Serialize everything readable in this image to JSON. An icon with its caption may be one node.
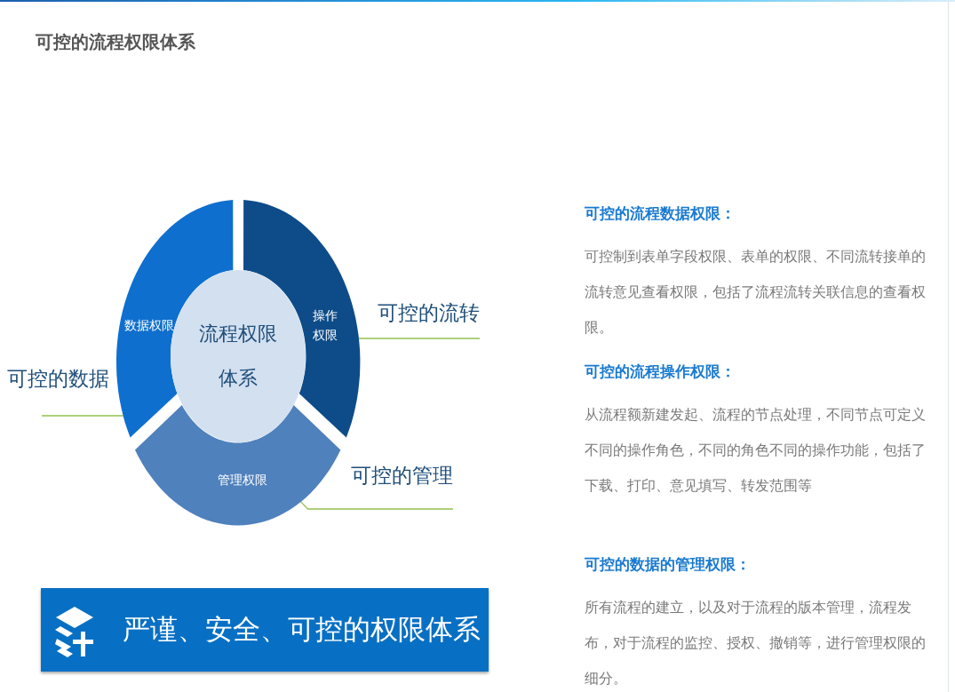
{
  "diagram": {
    "title": "可控的流程权限体系",
    "nodes": [
      {
        "text": [
          "数据权限"
        ]
      },
      {
        "text": [
          "操作权限"
        ]
      },
      {
        "text": [
          "管理权限"
        ]
      },
      {
        "text": [
          "流程权限体系"
        ]
      },
      {
        "text": [
          "可控的流转"
        ]
      },
      {
        "text": [
          "可控的数据"
        ]
      },
      {
        "text": [
          "可控的管理"
        ]
      },
      {
        "text": [
          "严谨、安全、可控的权限体系"
        ]
      }
    ],
    "edges": [
      {
        "from": 4,
        "to": 1,
        "arrow": "none"
      },
      {
        "from": 5,
        "to": 0,
        "arrow": "none"
      },
      {
        "from": 6,
        "to": 2,
        "arrow": "none"
      }
    ],
    "labels": [
      "可控的流程数据权限：",
      "可控制到表单字段权限、表单的权限、不同流转接单的流转意见查看权限，包括了流程流转关联信息的查看权限。",
      "可控的流程操作权限：",
      "从流程额新建发起、流程的节点处理，不同节点可定义不同的操作角色，不同的角色不同的操作功能，包括了下载、打印、意见填写、转发范围等",
      "可控的数据的管理权限：",
      "所有流程的建立，以及对于流程的版本管理，流程发布，对于流程的监控、授权、撤销等，进行管理权限的细分。"
    ]
  }
}
